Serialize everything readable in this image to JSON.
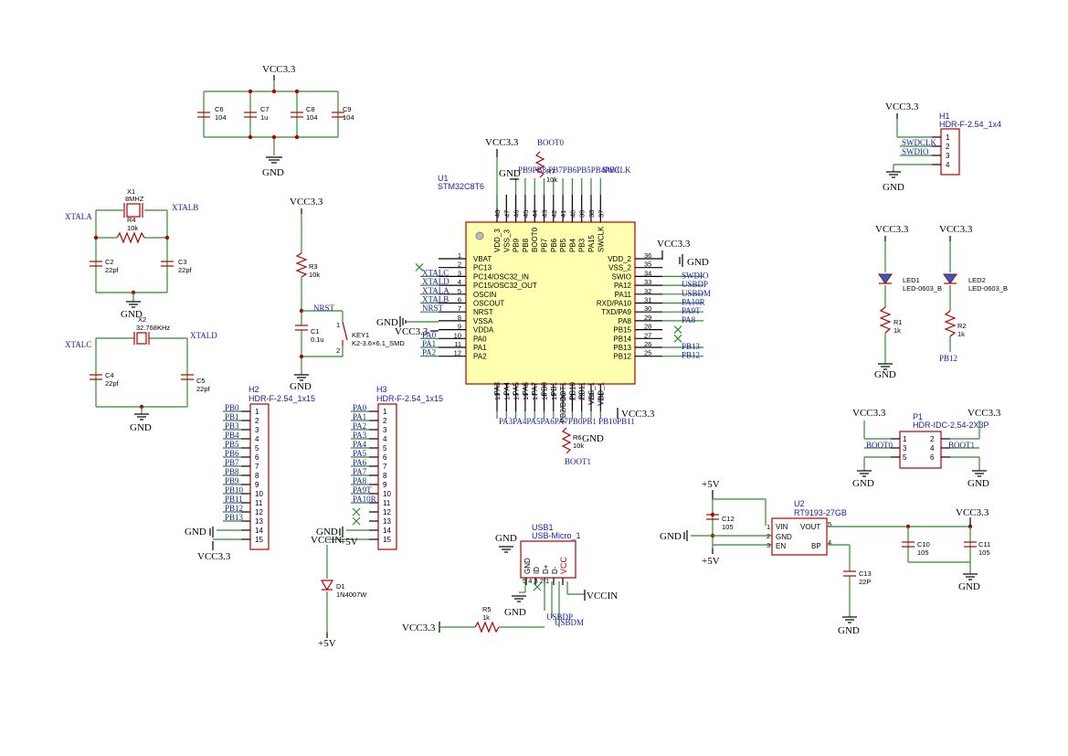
{
  "power": {
    "vcc": "VCC3.3",
    "gnd": "GND",
    "p5v": "+5V",
    "vccin": "VCCIN"
  },
  "decoupling": {
    "caps": [
      {
        "ref": "C6",
        "val": "104"
      },
      {
        "ref": "C7",
        "val": "1u"
      },
      {
        "ref": "C8",
        "val": "104"
      },
      {
        "ref": "C9",
        "val": "104"
      }
    ]
  },
  "crystal_main": {
    "x1_ref": "X1",
    "x1_val": "8MHZ",
    "r4_ref": "R4",
    "r4_val": "10k",
    "net_a": "XTALA",
    "net_b": "XTALB",
    "c2_ref": "C2",
    "c2_val": "22pf",
    "c3_ref": "C3",
    "c3_val": "22pf"
  },
  "crystal_rtc": {
    "x2_ref": "X2",
    "x2_val": "32.768KHz",
    "net_c": "XTALC",
    "net_d": "XTALD",
    "c4_ref": "C4",
    "c4_val": "22pf",
    "c5_ref": "C5",
    "c5_val": "22pf"
  },
  "reset": {
    "r3_ref": "R3",
    "r3_val": "10k",
    "c1_ref": "C1",
    "c1_val": "0.1u",
    "key_ref": "KEY1",
    "key_val": "K2-3.6×6.1_SMD",
    "net": "NRST",
    "pin1": "1",
    "pin2": "2"
  },
  "mcu": {
    "ref": "U1",
    "name": "STM32C8T6",
    "left_pins": [
      {
        "num": "1",
        "name": "VBAT",
        "net": ""
      },
      {
        "num": "2",
        "name": "PC13",
        "net": ""
      },
      {
        "num": "3",
        "name": "PC14/OSC32_IN",
        "net": "XTALC"
      },
      {
        "num": "4",
        "name": "PC15/OSC32_OUT",
        "net": "XTALD"
      },
      {
        "num": "5",
        "name": "OSCIN",
        "net": "XTALA"
      },
      {
        "num": "6",
        "name": "OSCOUT",
        "net": "XTALB"
      },
      {
        "num": "7",
        "name": "NRST",
        "net": "NRST"
      },
      {
        "num": "8",
        "name": "VSSA",
        "net": ""
      },
      {
        "num": "9",
        "name": "VDDA",
        "net": ""
      },
      {
        "num": "10",
        "name": "PA0",
        "net": "PA0"
      },
      {
        "num": "11",
        "name": "PA1",
        "net": "PA1"
      },
      {
        "num": "12",
        "name": "PA2",
        "net": "PA2"
      }
    ],
    "right_pins": [
      {
        "num": "36",
        "name": "VDD_2",
        "net": ""
      },
      {
        "num": "35",
        "name": "VSS_2",
        "net": ""
      },
      {
        "num": "34",
        "name": "SWIO",
        "net": "SWDIO"
      },
      {
        "num": "33",
        "name": "PA12",
        "net": "USBDP"
      },
      {
        "num": "32",
        "name": "PA11",
        "net": "USBDM"
      },
      {
        "num": "31",
        "name": "RXD/PA10",
        "net": "PA10R"
      },
      {
        "num": "30",
        "name": "TXD/PA9",
        "net": "PA9T"
      },
      {
        "num": "29",
        "name": "PA8",
        "net": "PA8"
      },
      {
        "num": "28",
        "name": "PB15",
        "net": ""
      },
      {
        "num": "27",
        "name": "PB14",
        "net": ""
      },
      {
        "num": "26",
        "name": "PB13",
        "net": "PB13"
      },
      {
        "num": "25",
        "name": "PB12",
        "net": "PB12"
      }
    ],
    "top_pins": [
      {
        "num": "48",
        "name": "VDD_3"
      },
      {
        "num": "47",
        "name": "VSS_3"
      },
      {
        "num": "46",
        "name": "PB9"
      },
      {
        "num": "45",
        "name": "PB8"
      },
      {
        "num": "44",
        "name": "BOOT0"
      },
      {
        "num": "43",
        "name": "PB7"
      },
      {
        "num": "42",
        "name": "PB6"
      },
      {
        "num": "41",
        "name": "PB5"
      },
      {
        "num": "40",
        "name": "PB4"
      },
      {
        "num": "39",
        "name": "PB3"
      },
      {
        "num": "38",
        "name": "PA15"
      },
      {
        "num": "37",
        "name": "SWCLK"
      }
    ],
    "bottom_pins": [
      {
        "num": "13",
        "name": "PA3"
      },
      {
        "num": "14",
        "name": "PA4"
      },
      {
        "num": "15",
        "name": "PA5"
      },
      {
        "num": "16",
        "name": "PA6"
      },
      {
        "num": "17",
        "name": "PA7"
      },
      {
        "num": "18",
        "name": "PB0"
      },
      {
        "num": "19",
        "name": "PB1"
      },
      {
        "num": "20",
        "name": "PB2/BOOT1"
      },
      {
        "num": "21",
        "name": "PB10"
      },
      {
        "num": "22",
        "name": "PB11"
      },
      {
        "num": "23",
        "name": "VSS_1"
      },
      {
        "num": "24",
        "name": "VDD_1"
      }
    ],
    "top_net_overlap": "PB9PB8 PB7PB6PB5PB4PB3",
    "bottom_net_overlap": "PA3PA4PA5PA6PA7PB0PB1 PB10PB11",
    "swclk_net": "SWCLK",
    "boot0_net": "BOOT0",
    "boot1_net": "BOOT1",
    "r7_ref": "R7",
    "r7_val": "10k",
    "r6_ref": "R6",
    "r6_val": "10k"
  },
  "h1": {
    "ref": "H1",
    "name": "HDR-F-2.54_1x4",
    "pins": [
      "1",
      "2",
      "3",
      "4"
    ],
    "nets": [
      "",
      "SWDCLK",
      "SWDIO",
      ""
    ]
  },
  "leds": {
    "led1_ref": "LED1",
    "led1_val": "LED-0603_B",
    "led2_ref": "LED2",
    "led2_val": "LED-0603_B",
    "r1_ref": "R1",
    "r1_val": "1k",
    "r2_ref": "R2",
    "r2_val": "1k",
    "net_pb12": "PB12"
  },
  "h2": {
    "ref": "H2",
    "name": "HDR-F-2.54_1x15",
    "pins": [
      "1",
      "2",
      "3",
      "4",
      "5",
      "6",
      "7",
      "8",
      "9",
      "10",
      "11",
      "12",
      "13",
      "14",
      "15"
    ],
    "nets": [
      "PB0",
      "PB1",
      "PB3",
      "PB4",
      "PB5",
      "PB6",
      "PB7",
      "PB8",
      "PB9",
      "PB10",
      "PB11",
      "PB12",
      "PB13",
      "",
      ""
    ]
  },
  "h3": {
    "ref": "H3",
    "name": "HDR-F-2.54_1x15",
    "pins": [
      "1",
      "2",
      "3",
      "4",
      "5",
      "6",
      "7",
      "8",
      "9",
      "10",
      "11",
      "12",
      "13",
      "14",
      "15"
    ],
    "nets": [
      "PA0",
      "PA1",
      "PA2",
      "PA3",
      "PA4",
      "PA5",
      "PA6",
      "PA7",
      "PA8",
      "PA9T",
      "PA10R",
      "",
      "",
      "",
      ""
    ]
  },
  "d1": {
    "ref": "D1",
    "val": "1N4007W"
  },
  "usb": {
    "ref": "USB1",
    "name": "USB-Micro_1",
    "pins": [
      "GND",
      "ID",
      "D+",
      "D-",
      "VCC"
    ],
    "pin_nums": "5 4 3 2 1",
    "net_dp": "USBDP",
    "net_dm": "USBDM",
    "r5_ref": "R5",
    "r5_val": "1k"
  },
  "p1": {
    "ref": "P1",
    "name": "HDR-IDC-2.54-2X3P",
    "pins": [
      "1",
      "2",
      "3",
      "4",
      "5",
      "6"
    ],
    "net_boot0": "BOOT0",
    "net_boot1": "BOOT1"
  },
  "ldo": {
    "ref": "U2",
    "name": "RT9193-27GB",
    "pins": [
      "VIN",
      "GND",
      "EN",
      "VOUT",
      "BP"
    ],
    "pin_nums": [
      "1",
      "2",
      "3",
      "5",
      "4"
    ],
    "c12_ref": "C12",
    "c12_val": "105",
    "c10_ref": "C10",
    "c10_val": "105",
    "c11_ref": "C11",
    "c11_val": "105",
    "c13_ref": "C13",
    "c13_val": "22P"
  }
}
